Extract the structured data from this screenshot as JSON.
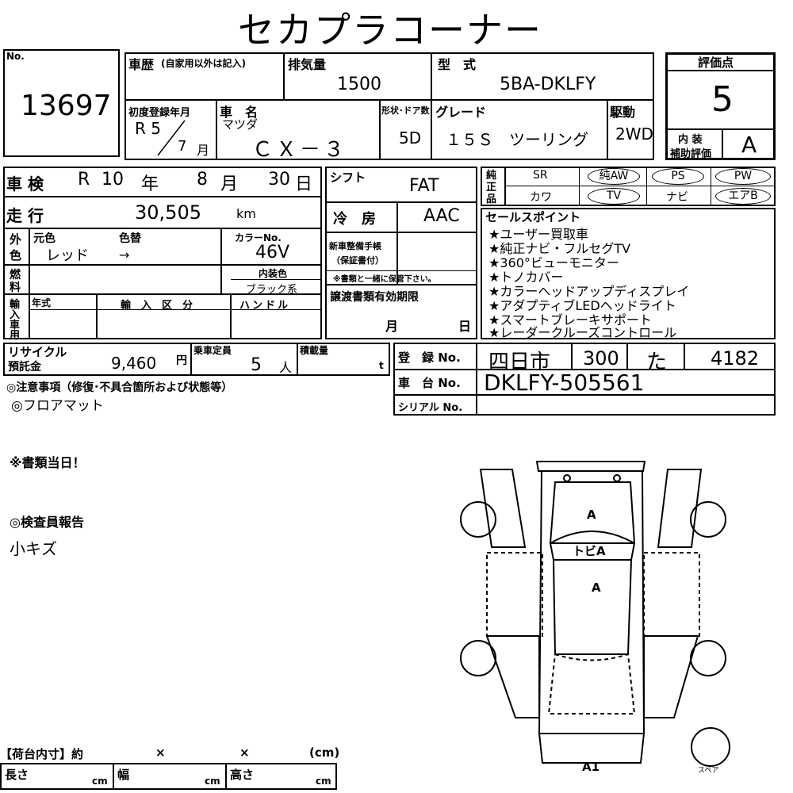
{
  "title": "セカプラコーナー",
  "lot": {
    "label": "No.",
    "number": "13697"
  },
  "history": {
    "label": "車歴",
    "note": "(自家用以外は記入)"
  },
  "displacement": {
    "label": "排気量",
    "value": "1500"
  },
  "model_type": {
    "label": "型　式",
    "value": "5BA-DKLFY"
  },
  "rating": {
    "label": "評価点",
    "score": "5",
    "interior_label_1": "内 装",
    "interior_label_2": "補助評価",
    "interior_score": "A"
  },
  "first_reg": {
    "label": "初度登録年月",
    "era": "R 5",
    "month": "7",
    "month_unit": "月"
  },
  "car_name": {
    "label": "車　名",
    "maker": "マツダ",
    "name": "ＣＸ－３"
  },
  "doors": {
    "label": "形状･ドア数",
    "value": "5D"
  },
  "grade": {
    "label": "グレード",
    "value": "１５Ｓ　ツーリング"
  },
  "drive": {
    "label": "駆動",
    "value": "2WD"
  },
  "inspection": {
    "label": "車 検",
    "era": "R",
    "year": "10",
    "year_unit": "年",
    "month": "8",
    "month_unit": "月",
    "day": "30",
    "day_unit": "日"
  },
  "shift": {
    "label": "シフト",
    "value": "FAT"
  },
  "mileage": {
    "label": "走 行",
    "value": "30,505",
    "unit": "km"
  },
  "aircon": {
    "label": "冷　房",
    "value": "AAC"
  },
  "color": {
    "side_label_1": "外",
    "side_label_2": "色",
    "orig_label": "元色",
    "orig_value": "レッド",
    "change_label": "色替",
    "change_value": "→",
    "code_label": "カラーNo.",
    "code_value": "46V",
    "interior_label": "内装色",
    "interior_value": "ブラック系"
  },
  "fuel": {
    "label_1": "燃",
    "label_2": "料"
  },
  "new_car_manual": {
    "label_1": "新車整備手帳",
    "label_2": "（保証書付）",
    "note": "※書類と一緒に保管下さい。"
  },
  "import": {
    "side": [
      "輸",
      "入",
      "車",
      "用"
    ],
    "year_label": "年式",
    "category_label": "輸　入　区　分",
    "handle_label": "ハンドル"
  },
  "transfer": {
    "label": "譲渡書類有効期限",
    "month_unit": "月",
    "day_unit": "日"
  },
  "equipment": {
    "side": [
      "純",
      "正",
      "品"
    ],
    "row1": [
      "SR",
      "純AW",
      "PS",
      "PW"
    ],
    "row2": [
      "カワ",
      "TV",
      "ナビ",
      "エアB"
    ]
  },
  "sales_points": {
    "label": "セールスポイント",
    "items": [
      "★ユーザー買取車",
      "★純正ナビ・フルセグTV",
      "★360°ビューモニター",
      "★トノカバー",
      "★カラーヘッドアップディスプレイ",
      "★アダプティブLEDヘッドライト",
      "★スマートブレーキサポート",
      "★レーダークルーズコントロール"
    ]
  },
  "recycle": {
    "label_1": "リサイクル",
    "label_2": "預託金",
    "value": "9,460",
    "unit": "円"
  },
  "capacity": {
    "label": "乗車定員",
    "value": "5",
    "unit": "人"
  },
  "load": {
    "label": "積載量",
    "unit": "t"
  },
  "registration": {
    "label": "登　録 No.",
    "area": "四日市",
    "class": "300",
    "kana": "た",
    "number": "4182"
  },
  "chassis": {
    "label": "車　台 No.",
    "value": "DKLFY-505561"
  },
  "serial": {
    "label": "シリアル No."
  },
  "notes": {
    "heading": "◎注意事項（修復･不具合箇所および状態等）",
    "item": "◎フロアマット",
    "docs": "※書類当日！"
  },
  "inspector": {
    "heading": "◎検査員報告",
    "text": "小キズ"
  },
  "diagram": {
    "marks": [
      "A",
      "トビA",
      "A",
      "A1"
    ],
    "spare": "スペア"
  },
  "cargo": {
    "heading": "【荷台内寸】約",
    "x1": "×",
    "x2": "×",
    "unit": "(cm)",
    "length": "長さ",
    "width": "幅",
    "height": "高さ",
    "cm": "cm"
  }
}
